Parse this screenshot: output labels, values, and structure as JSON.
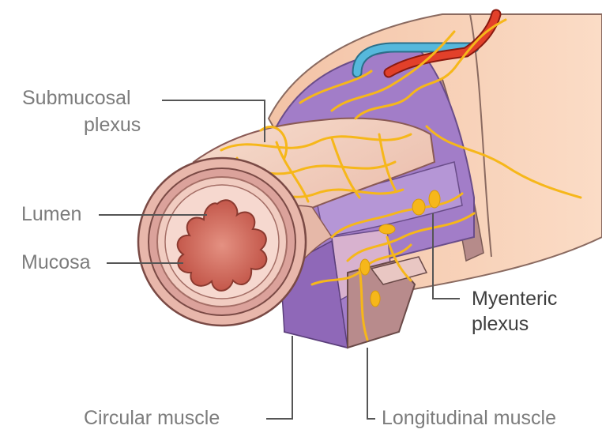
{
  "labels": {
    "submucosal": [
      "Submucosal",
      "plexus"
    ],
    "lumen": "Lumen",
    "mucosa": "Mucosa",
    "myenteric": [
      "Myenteric",
      "plexus"
    ],
    "circular": "Circular muscle",
    "longitudinal": "Longitudinal muscle"
  },
  "colors": {
    "nerve": "#f6b71a",
    "outer_wall": "#f7cdb2",
    "longitudinal_muscle": "#c79898",
    "circular_muscle": "#a07ac6",
    "submucosa": "#f4d4c4",
    "mucosa": "#d88a84",
    "lumen": "#cf6a5a",
    "vein": "#4fb3d8",
    "artery": "#e2402a"
  }
}
